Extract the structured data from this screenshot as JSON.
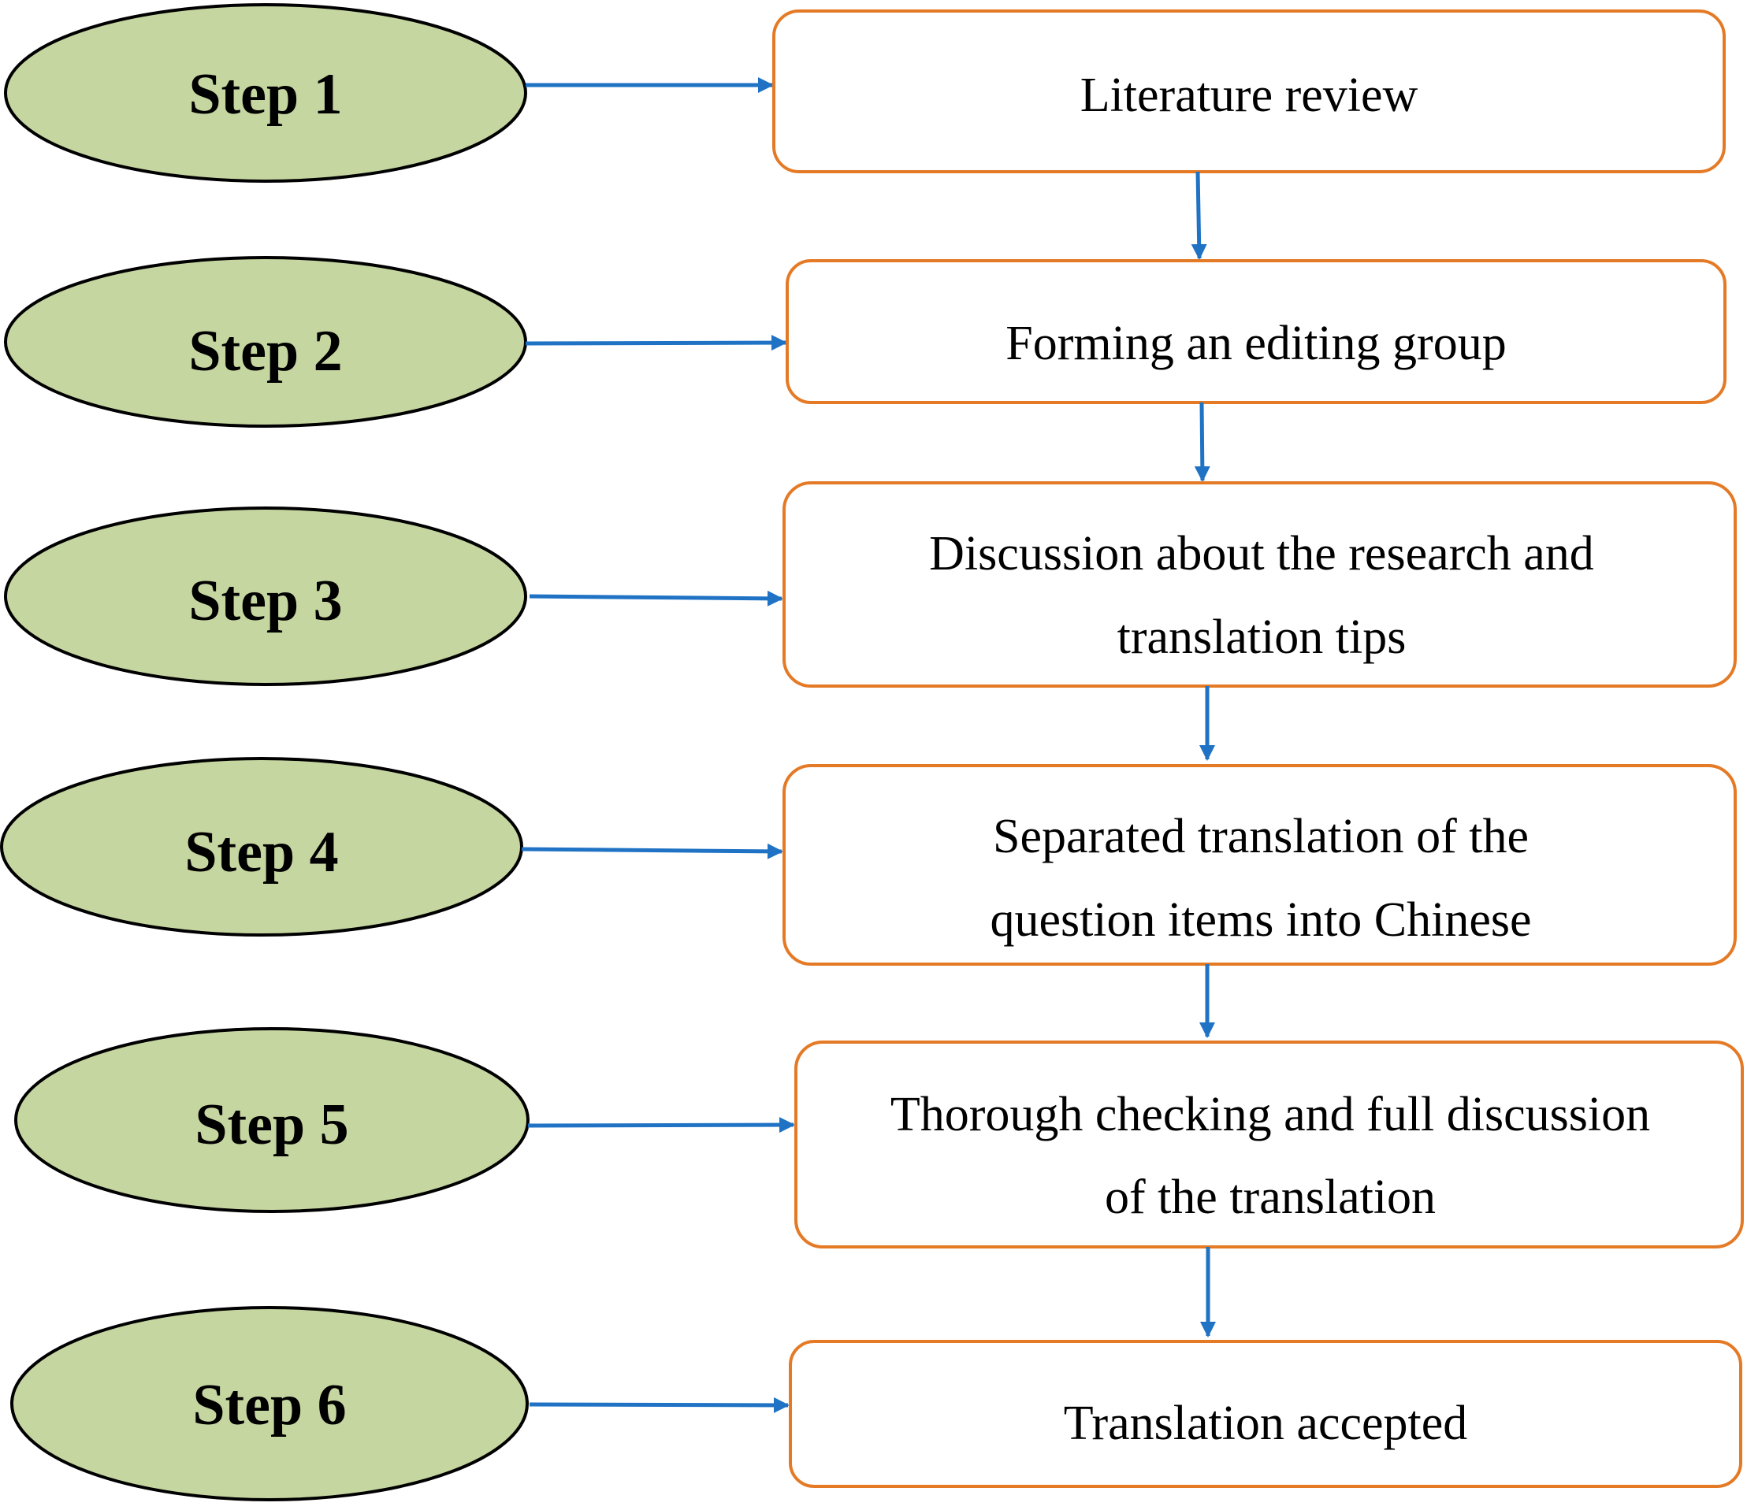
{
  "colors": {
    "ellipse_fill": "#c6d6a0",
    "ellipse_stroke": "#000000",
    "box_stroke": "#e47a26",
    "box_fill": "#ffffff",
    "arrow": "#1f72c4"
  },
  "steps": [
    {
      "label": "Step 1",
      "box_lines": [
        "Literature review"
      ]
    },
    {
      "label": "Step 2",
      "box_lines": [
        "Forming an editing group"
      ]
    },
    {
      "label": "Step 3",
      "box_lines": [
        "Discussion about the research and",
        "translation tips"
      ]
    },
    {
      "label": "Step 4",
      "box_lines": [
        "Separated translation of the",
        "question items into Chinese"
      ]
    },
    {
      "label": "Step 5",
      "box_lines": [
        "Thorough checking and full discussion",
        "of the translation"
      ]
    },
    {
      "label": "Step 6",
      "box_lines": [
        "Translation accepted"
      ]
    }
  ]
}
